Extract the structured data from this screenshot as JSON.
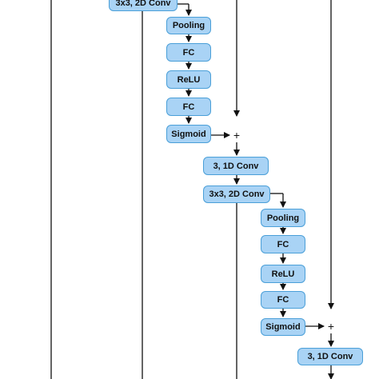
{
  "colors": {
    "node_fill": "#a9d3f5",
    "node_border": "#4a9fd8",
    "line": "#111111"
  },
  "nodes": {
    "conv2d_top": "3x3, 2D Conv",
    "pooling_1": "Pooling",
    "fc_1a": "FC",
    "relu_1": "ReLU",
    "fc_1b": "FC",
    "sigmoid_1": "Sigmoid",
    "conv1d_1": "3, 1D Conv",
    "conv2d_2": "3x3, 2D Conv",
    "pooling_2": "Pooling",
    "fc_2a": "FC",
    "relu_2": "ReLU",
    "fc_2b": "FC",
    "sigmoid_2": "Sigmoid",
    "conv1d_2": "3, 1D Conv"
  },
  "sum_symbol": "+"
}
